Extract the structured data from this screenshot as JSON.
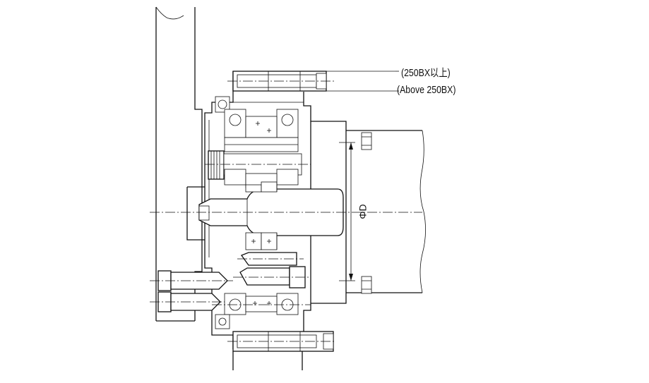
{
  "labels": {
    "note_jp": "(250BX以上)",
    "note_en": "(Above 250BX)",
    "dimension": "ΦD"
  },
  "colors": {
    "line": "#111111",
    "background": "#ffffff"
  }
}
